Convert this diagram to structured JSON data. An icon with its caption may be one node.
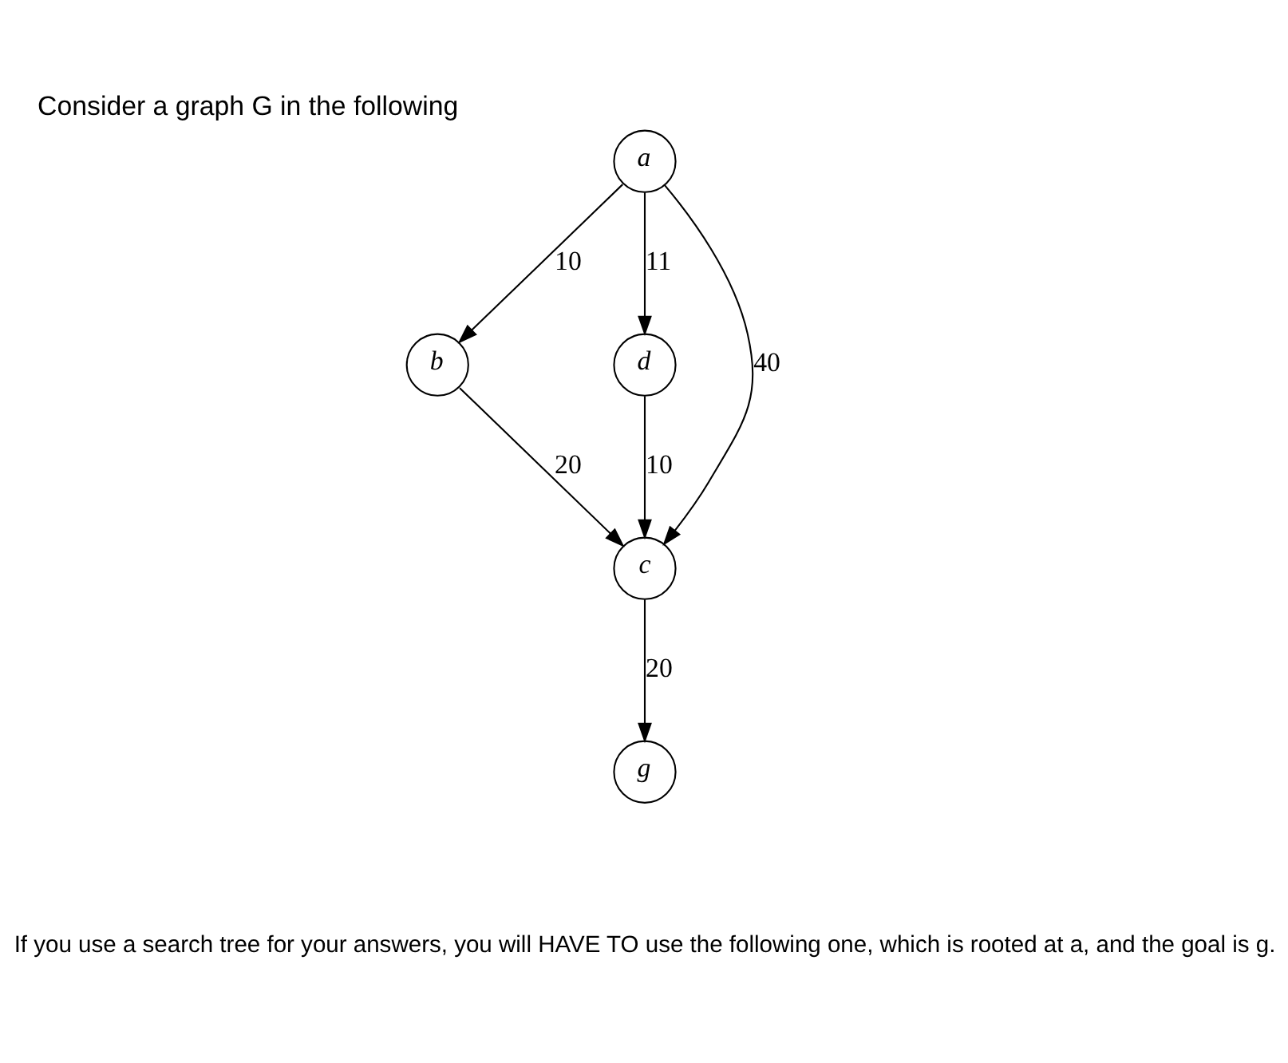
{
  "diagram": {
    "title": "Consider a graph G in the following",
    "caption": "If you use a search tree for your answers, you will HAVE TO use the following one, which is rooted at a, and the goal is g.",
    "nodes": [
      {
        "text": [
          "a"
        ]
      },
      {
        "text": [
          "b"
        ]
      },
      {
        "text": [
          "d"
        ]
      },
      {
        "text": [
          "c"
        ]
      },
      {
        "text": [
          "g"
        ]
      }
    ],
    "edges": [
      {
        "from": 0,
        "to": 1,
        "arrow": "to",
        "label": "10"
      },
      {
        "from": 0,
        "to": 3,
        "arrow": "to",
        "label": "40"
      },
      {
        "from": 0,
        "to": 2,
        "arrow": "to",
        "label": "11"
      },
      {
        "from": 1,
        "to": 3,
        "arrow": "to",
        "label": "20"
      },
      {
        "from": 2,
        "to": 3,
        "arrow": "to",
        "label": "10"
      },
      {
        "from": 3,
        "to": 4,
        "arrow": "to",
        "label": "20"
      }
    ]
  }
}
